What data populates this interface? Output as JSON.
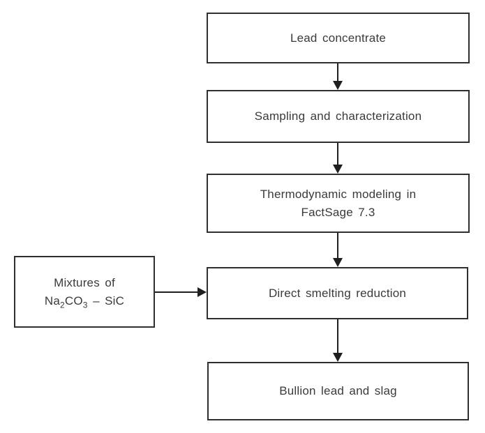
{
  "flowchart": {
    "steps": [
      {
        "id": "lead-concentrate",
        "label": "Lead concentrate"
      },
      {
        "id": "sampling-characterization",
        "label": "Sampling and characterization"
      },
      {
        "id": "thermodynamic-modeling",
        "lines": [
          "Thermodynamic modeling in",
          "FactSage 7.3"
        ]
      },
      {
        "id": "direct-smelting-reduction",
        "label": "Direct smelting reduction"
      },
      {
        "id": "bullion-lead-slag",
        "label": "Bullion lead and slag"
      }
    ],
    "side_input": {
      "line1": "Mixtures of",
      "formula": [
        {
          "t": "Na"
        },
        {
          "t": "2",
          "sub": true
        },
        {
          "t": "CO"
        },
        {
          "t": "3",
          "sub": true
        },
        {
          "t": " – SiC"
        }
      ]
    },
    "connections": [
      "Lead concentrate -> Sampling and characterization",
      "Sampling and characterization -> Thermodynamic modeling in FactSage 7.3",
      "Thermodynamic modeling in FactSage 7.3 -> Direct smelting reduction",
      "Mixtures of Na2CO3 - SiC -> Direct smelting reduction",
      "Direct smelting reduction -> Bullion lead and slag"
    ],
    "colors": {
      "background": "#ffffff",
      "box_border": "#2f2f2f",
      "text": "#3a3a3a",
      "arrow": "#1f1f1f"
    }
  }
}
